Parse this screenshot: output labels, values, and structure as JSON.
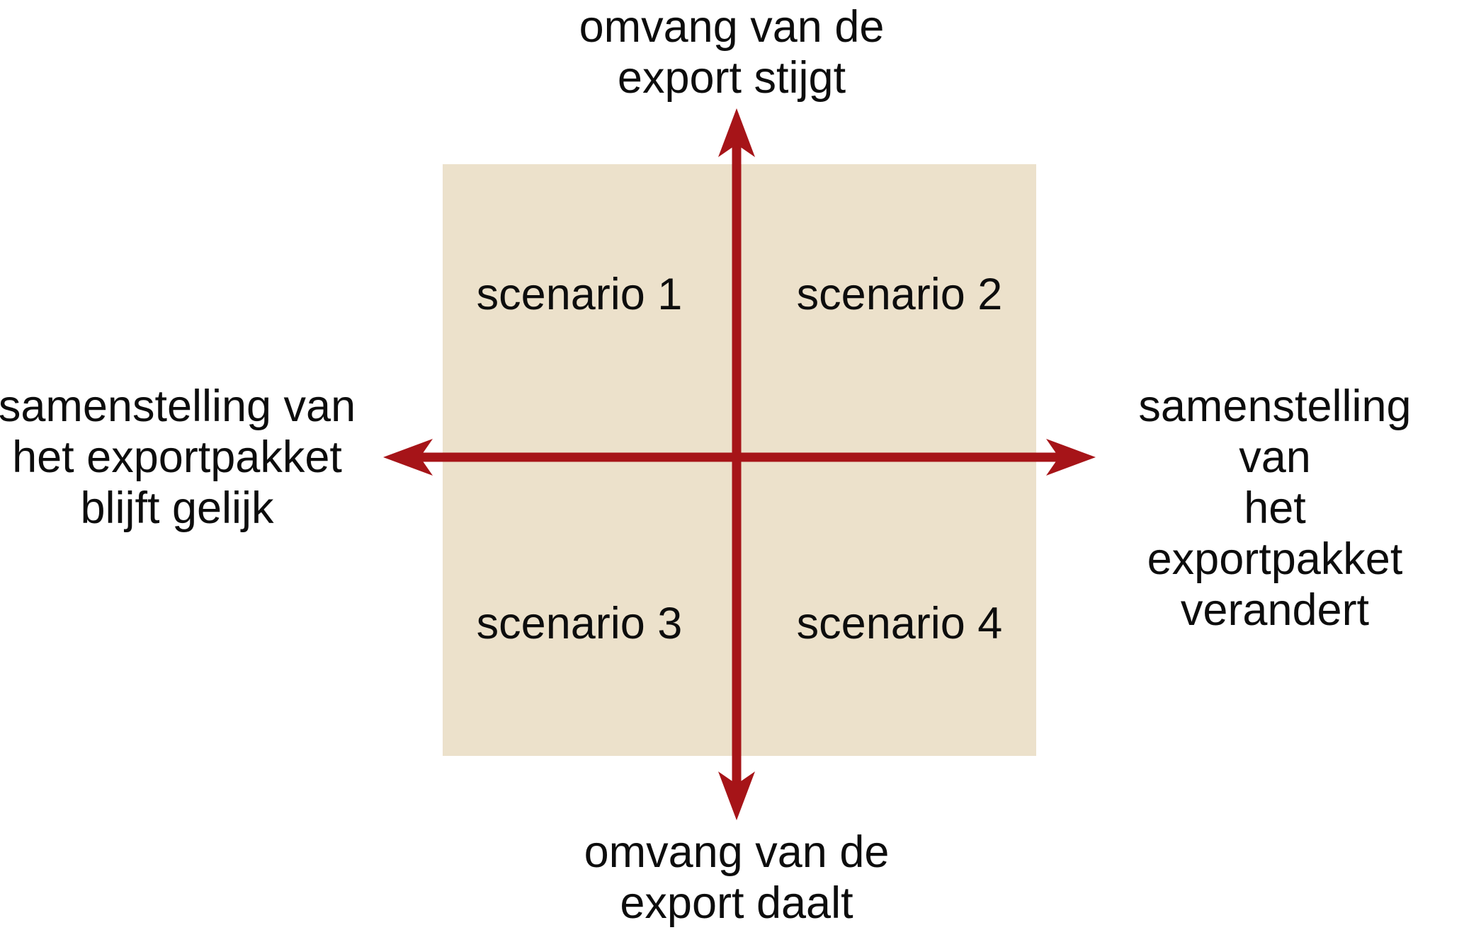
{
  "diagram": {
    "background_color": "#ffffff",
    "matrix": {
      "fill_color": "#ece1cb",
      "quadrant_labels": {
        "top_left": "scenario 1",
        "top_right": "scenario 2",
        "bottom_left": "scenario 3",
        "bottom_right": "scenario 4"
      }
    },
    "axes": {
      "arrow_color": "#a61418",
      "vertical_axis": {
        "top_label": "omvang van de\nexport stijgt",
        "bottom_label": "omvang van de\nexport daalt"
      },
      "horizontal_axis": {
        "left_label": "samenstelling van\nhet exportpakket\nblijft gelijk",
        "right_label": "samenstelling van\nhet exportpakket\nverandert"
      }
    }
  }
}
